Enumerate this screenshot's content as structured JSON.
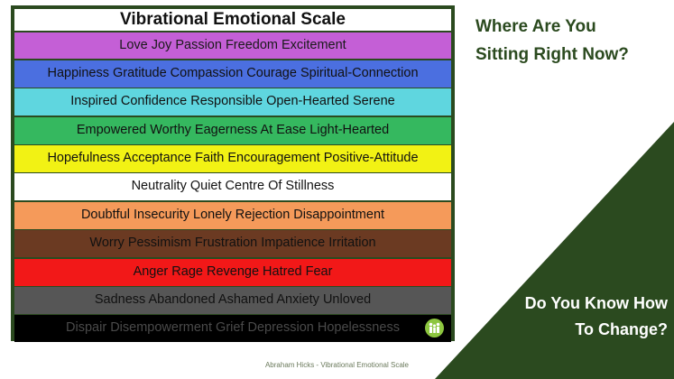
{
  "title": "Vibrational Emotional Scale",
  "bands": [
    {
      "text": "Love Joy Passion Freedom Excitement",
      "bg": "#c45fd6",
      "fg": "#1a1a1a"
    },
    {
      "text": "Happiness Gratitude Compassion Courage Spiritual-Connection",
      "bg": "#4b6fe0",
      "fg": "#111111"
    },
    {
      "text": "Inspired Confidence Responsible Open-Hearted Serene",
      "bg": "#5fd6df",
      "fg": "#111111"
    },
    {
      "text": "Empowered Worthy Eagerness At Ease Light-Hearted",
      "bg": "#35b85f",
      "fg": "#111111"
    },
    {
      "text": "Hopefulness Acceptance Faith Encouragement Positive-Attitude",
      "bg": "#f2f214",
      "fg": "#111111"
    },
    {
      "text": "Neutrality Quiet Centre Of Stillness",
      "bg": "#ffffff",
      "fg": "#111111"
    },
    {
      "text": "Doubtful Insecurity Lonely Rejection Disappointment",
      "bg": "#f59a5a",
      "fg": "#111111"
    },
    {
      "text": "Worry Pessimism Frustration Impatience Irritation",
      "bg": "#6b3a22",
      "fg": "#111111"
    },
    {
      "text": "Anger Rage Revenge Hatred Fear",
      "bg": "#f21818",
      "fg": "#111111"
    },
    {
      "text": "Sadness Abandoned Ashamed Anxiety Unloved",
      "bg": "#565656",
      "fg": "#111111"
    },
    {
      "text": "Dispair Disempowerment Grief Depression Hopelessness",
      "bg": "#000000",
      "fg": "#4a4a4a"
    }
  ],
  "headline_top": [
    "Where Are You",
    "Sitting Right Now?"
  ],
  "headline_bottom": [
    "Do You Know How",
    "To Change?"
  ],
  "footer": "Abraham Hicks - Vibrational Emotional Scale",
  "colors": {
    "dark_green": "#2b4a1f",
    "logo_green": "#8dc63f"
  },
  "logo_icon": "people-icon"
}
